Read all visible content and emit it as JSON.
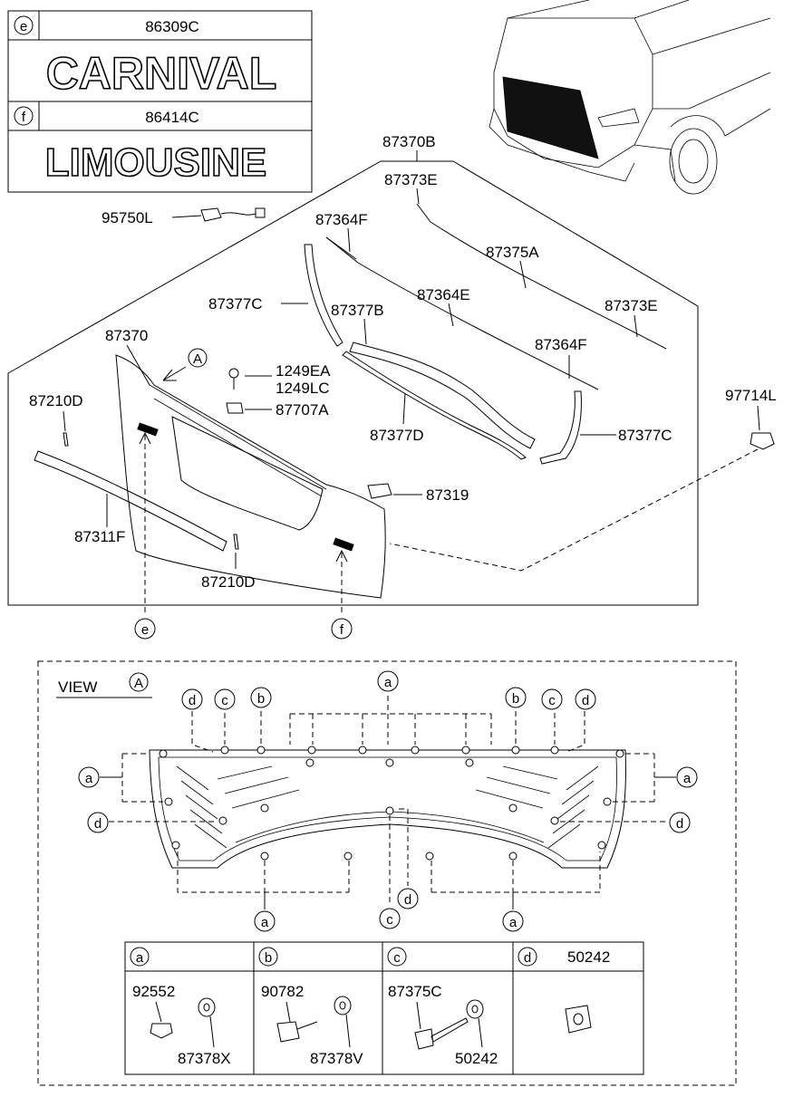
{
  "emblems": {
    "e": {
      "letter": "e",
      "part": "86309C",
      "word": "CARNIVAL"
    },
    "f": {
      "letter": "f",
      "part": "86414C",
      "word": "LIMOUSINE"
    }
  },
  "parts": {
    "p95750L": "95750L",
    "p87370B": "87370B",
    "p87373E_top": "87373E",
    "p87364F_left": "87364F",
    "p87375A": "87375A",
    "p87377C_left": "87377C",
    "p87364E": "87364E",
    "p87373E_right": "87373E",
    "p87377B": "87377B",
    "p87370": "87370",
    "p87364F_right": "87364F",
    "p1249EA": "1249EA",
    "p1249LC": "1249LC",
    "p87707A": "87707A",
    "p97714L": "97714L",
    "p87210D_top": "87210D",
    "p87377D": "87377D",
    "p87377C_right": "87377C",
    "p87319": "87319",
    "p87311F": "87311F",
    "p87210D_bottom": "87210D",
    "view_marker": "A"
  },
  "callouts": {
    "e": "e",
    "f": "f"
  },
  "view": {
    "title": "VIEW",
    "marker": "A",
    "letters": {
      "a": "a",
      "b": "b",
      "c": "c",
      "d": "d"
    }
  },
  "legend": {
    "a": {
      "letter": "a",
      "part1": "92552",
      "part2": "87378X"
    },
    "b": {
      "letter": "b",
      "part1": "90782",
      "part2": "87378V"
    },
    "c": {
      "letter": "c",
      "part1": "87375C",
      "part2": "50242"
    },
    "d": {
      "letter": "d",
      "part1": "50242"
    }
  }
}
